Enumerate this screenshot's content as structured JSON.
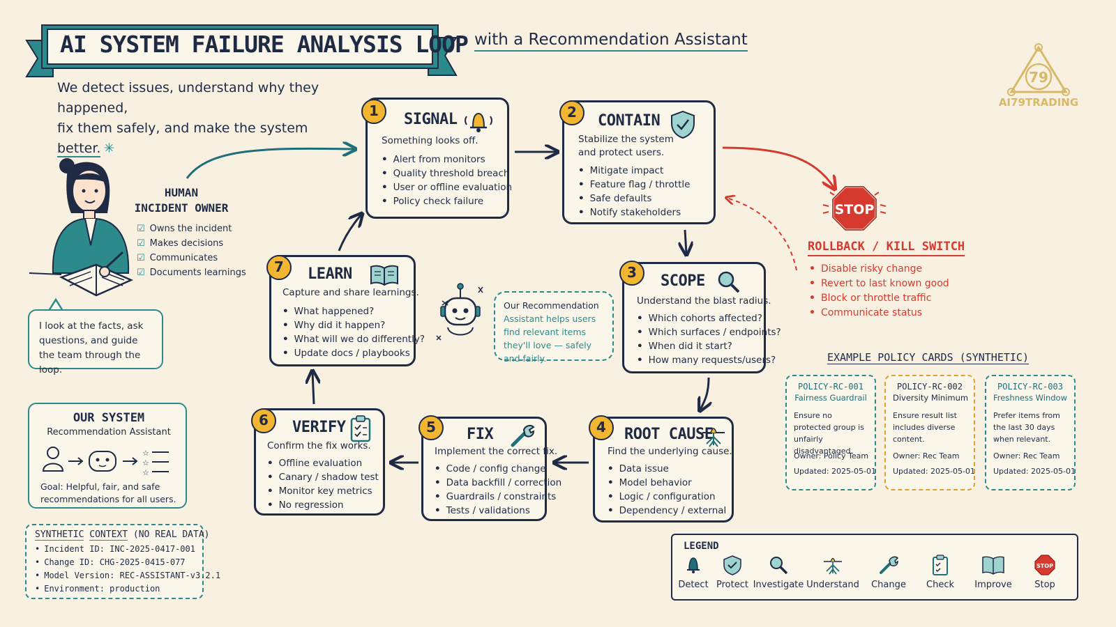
{
  "header": {
    "title": "AI SYSTEM FAILURE ANALYSIS LOOP",
    "subtitle": "with a Recommendation Assistant",
    "tagline_line1": "We detect issues, understand why they happened,",
    "tagline_line2_prefix": "fix them safely, and make the system",
    "tagline_line2_highlight": "better.",
    "logo_text": "AI79TRADING",
    "logo_number": "79"
  },
  "owner": {
    "title_line1": "HUMAN",
    "title_line2": "INCIDENT OWNER",
    "items": [
      "Owns the incident",
      "Makes decisions",
      "Communicates",
      "Documents learnings"
    ],
    "speech": "I look at the facts, ask questions, and guide the team through the loop."
  },
  "steps": [
    {
      "num": "1",
      "title": "SIGNAL",
      "desc": "Something looks off.",
      "items": [
        "Alert from monitors",
        "Quality threshold breach",
        "User or offline evaluation",
        "Policy check failure"
      ]
    },
    {
      "num": "2",
      "title": "CONTAIN",
      "desc_line1": "Stabilize the system",
      "desc_line2": "and protect users.",
      "items": [
        "Mitigate impact",
        "Feature flag / throttle",
        "Safe defaults",
        "Notify stakeholders"
      ]
    },
    {
      "num": "3",
      "title": "SCOPE",
      "desc": "Understand the blast radius.",
      "items": [
        "Which cohorts affected?",
        "Which surfaces / endpoints?",
        "When did it start?",
        "How many requests/users?"
      ]
    },
    {
      "num": "4",
      "title": "ROOT CAUSE",
      "desc": "Find the underlying cause.",
      "items": [
        "Data issue",
        "Model behavior",
        "Logic / configuration",
        "Dependency / external"
      ]
    },
    {
      "num": "5",
      "title": "FIX",
      "desc": "Implement the correct fix.",
      "items": [
        "Code / config change",
        "Data backfill / correction",
        "Guardrails / constraints",
        "Tests / validations"
      ]
    },
    {
      "num": "6",
      "title": "VERIFY",
      "desc": "Confirm the fix works.",
      "items": [
        "Offline evaluation",
        "Canary / shadow test",
        "Monitor key metrics",
        "No regression"
      ]
    },
    {
      "num": "7",
      "title": "LEARN",
      "desc": "Capture and share learnings.",
      "items": [
        "What happened?",
        "Why did it happen?",
        "What will we do differently?",
        "Update docs / playbooks"
      ]
    }
  ],
  "assistant_note": {
    "lead": "Our Recommendation",
    "rest": "Assistant helps users find relevant items they'll love — safely and fairly."
  },
  "rollback": {
    "title": "ROLLBACK / KILL SWITCH",
    "stop_sign": "STOP",
    "items": [
      "Disable risky change",
      "Revert to last known good",
      "Block or throttle traffic",
      "Communicate status"
    ]
  },
  "our_system": {
    "title": "OUR SYSTEM",
    "subtitle": "Recommendation Assistant",
    "goal": "Goal: Helpful, fair, and safe recommendations for all users."
  },
  "synthetic_context": {
    "title_a": "SYNTHETIC",
    "title_b": "CONTEXT",
    "title_c": "(NO REAL DATA)",
    "items": [
      "Incident ID: INC-2025-0417-001",
      "Change ID: CHG-2025-0415-077",
      "Model Version: REC-ASSISTANT-v3.2.1",
      "Environment: production"
    ]
  },
  "policy": {
    "title": "EXAMPLE POLICY CARDS (SYNTHETIC)",
    "cards": [
      {
        "id": "POLICY-RC-001",
        "name": "Fairness Guardrail",
        "desc": "Ensure no protected group is unfairly disadvantaged.",
        "owner": "Owner: Policy Team",
        "updated": "Updated: 2025-05-01",
        "color": "#2c8a8a"
      },
      {
        "id": "POLICY-RC-002",
        "name": "Diversity Minimum",
        "desc": "Ensure result list includes diverse content.",
        "owner": "Owner: Rec Team",
        "updated": "Updated: 2025-05-01",
        "color": "#e0a030"
      },
      {
        "id": "POLICY-RC-003",
        "name": "Freshness Window",
        "desc": "Prefer items from the last 30 days when relevant.",
        "owner": "Owner: Rec Team",
        "updated": "Updated: 2025-05-01",
        "color": "#2c8a8a"
      }
    ]
  },
  "legend": {
    "title": "LEGEND",
    "items": [
      {
        "label": "Detect",
        "icon": "bell-icon"
      },
      {
        "label": "Protect",
        "icon": "shield-icon"
      },
      {
        "label": "Investigate",
        "icon": "magnifier-icon"
      },
      {
        "label": "Understand",
        "icon": "roots-icon"
      },
      {
        "label": "Change",
        "icon": "wrench-icon"
      },
      {
        "label": "Check",
        "icon": "clipboard-icon"
      },
      {
        "label": "Improve",
        "icon": "book-icon"
      },
      {
        "label": "Stop",
        "icon": "stop-icon"
      }
    ]
  },
  "colors": {
    "ink": "#1f2a44",
    "teal": "#2c8a8a",
    "badge": "#f2b632",
    "red": "#d63a2f",
    "paper": "#f8f1e2",
    "gold": "#d7b968"
  }
}
